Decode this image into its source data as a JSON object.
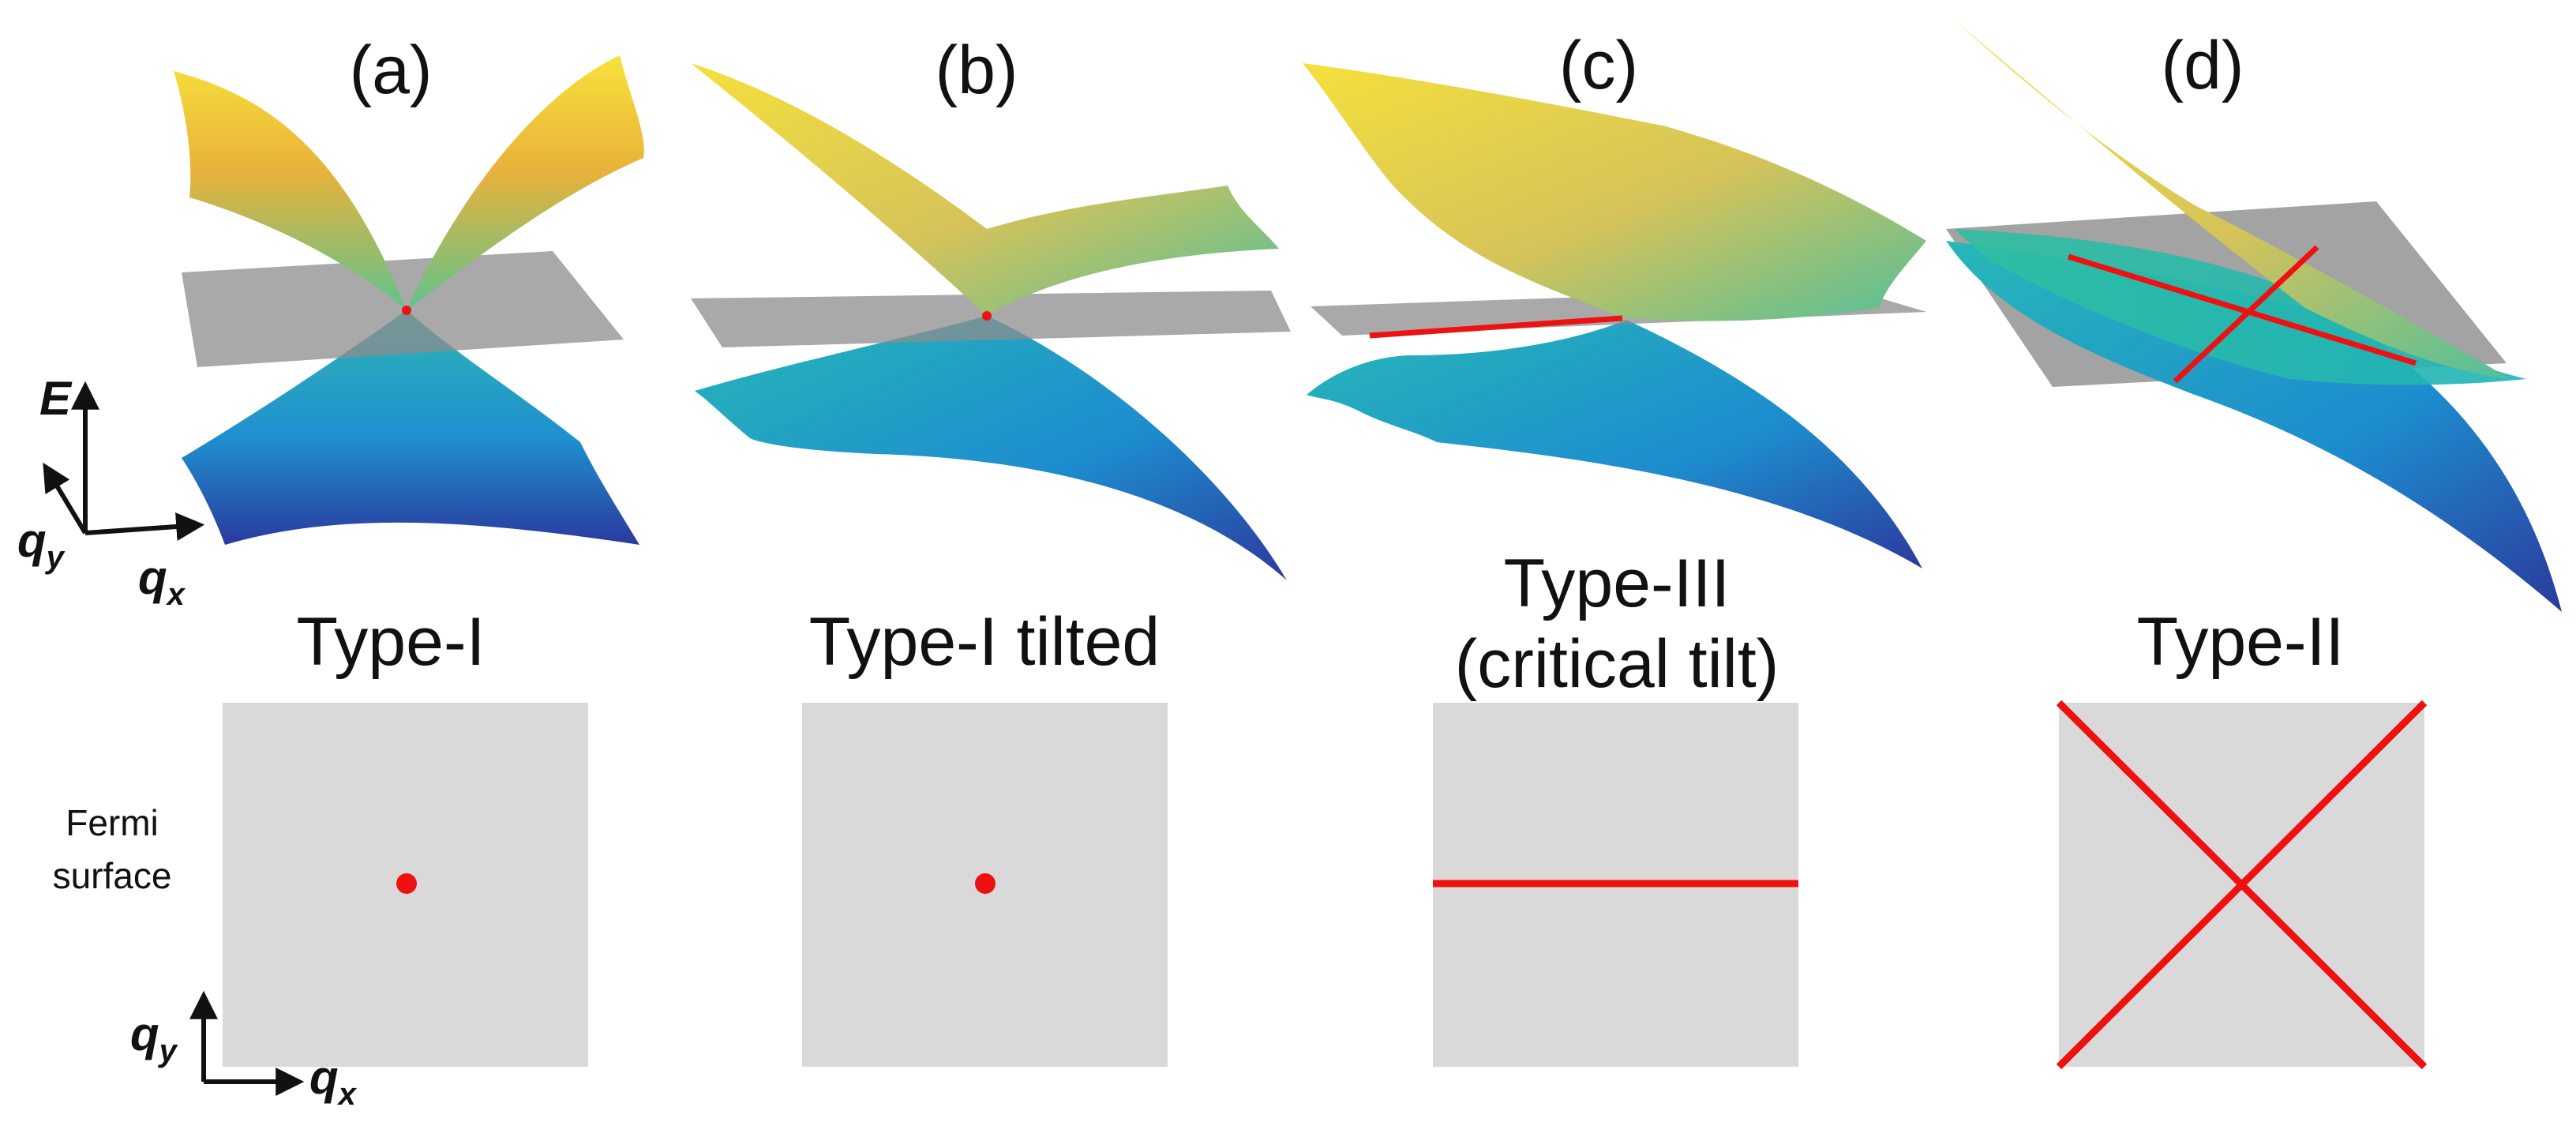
{
  "panels": [
    {
      "label": "(a)",
      "type": "Type-I",
      "fermi_surface": "point"
    },
    {
      "label": "(b)",
      "type": "Type-I tilted",
      "fermi_surface": "point"
    },
    {
      "label": "(c)",
      "type_lines": [
        "Type-III",
        "(critical tilt)"
      ],
      "fermi_surface": "line"
    },
    {
      "label": "(d)",
      "type": "Type-II",
      "fermi_surface": "cross"
    }
  ],
  "side_label": [
    "Fermi",
    "surface"
  ],
  "axes_3d": {
    "e": "E",
    "qx": "q",
    "qx_sub": "x",
    "qy": "q",
    "qy_sub": "y"
  },
  "axes_2d": {
    "qx": "q",
    "qx_sub": "x",
    "qy": "q",
    "qy_sub": "y"
  },
  "colors": {
    "red": "#ee1111",
    "fermi_gray": "#d9d9d9",
    "plane_gray": "#8c8c8c",
    "surface_top": "#f2d23a",
    "surface_mid": "#38b59a",
    "surface_bottom": "#2a3fa8"
  }
}
